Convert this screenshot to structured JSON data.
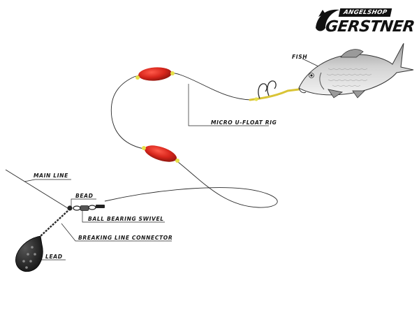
{
  "brand": {
    "top_text": "ANGELSHOP",
    "main_text": "GERSTNER"
  },
  "labels": {
    "fish": "FISH",
    "micro_u_float_rig": "MICRO U-FLOAT RIG",
    "main_line": "MAIN LINE",
    "bead": "BEAD",
    "ball_bearing_swivel": "BALL BEARING SWIVEL",
    "breaking_line_connector": "BREAKING LINE CONNECTOR",
    "lead": "LEAD"
  },
  "colors": {
    "line": "#2a2a2a",
    "float_red": "#d8261c",
    "float_dark": "#a31a12",
    "bead_yellow": "#e6e04a",
    "hook_link": "#d9c436",
    "lead": "#1e1e1e",
    "fish_body": "#c9c9c9",
    "fish_dark": "#8e8e8e"
  }
}
